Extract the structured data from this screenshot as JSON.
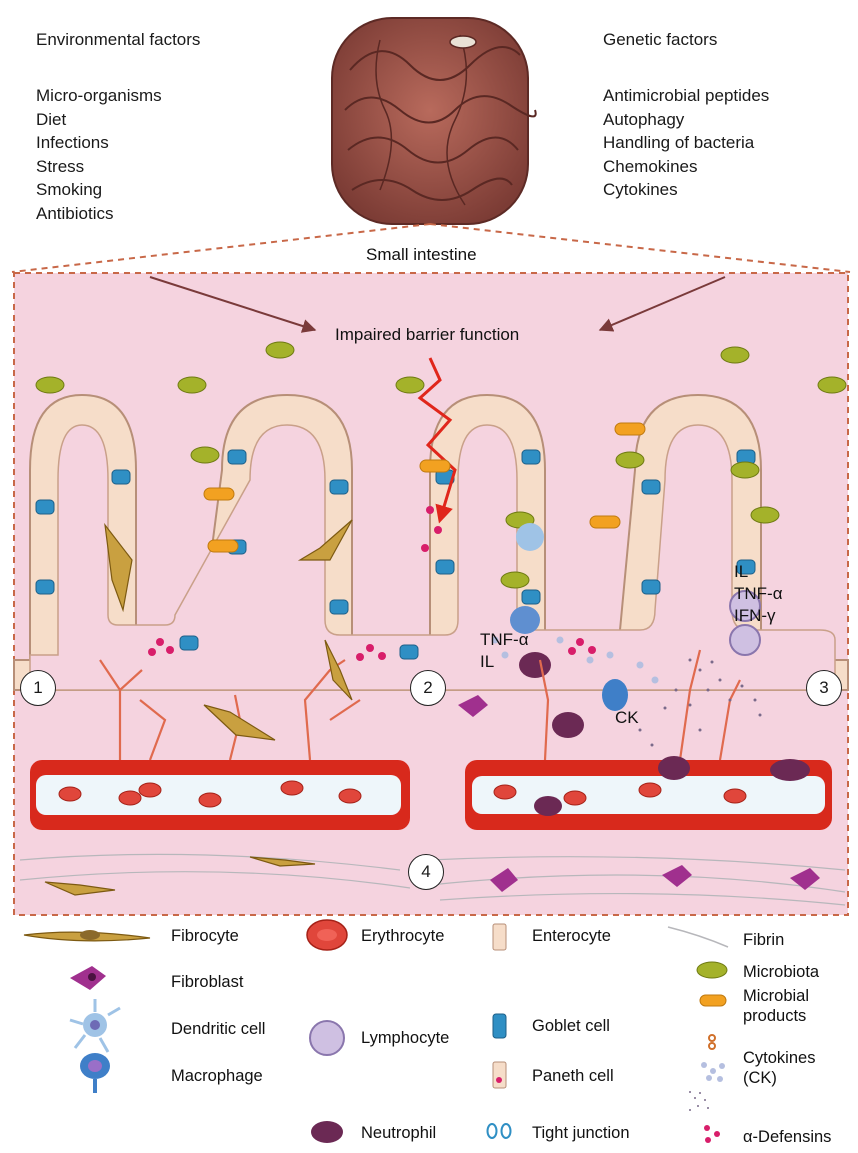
{
  "header": {
    "environmental": {
      "title": "Environmental factors",
      "items": [
        "Micro-organisms",
        "Diet",
        "Infections",
        "Stress",
        "Smoking",
        "Antibiotics"
      ]
    },
    "genetic": {
      "title": "Genetic factors",
      "items": [
        "Antimicrobial peptides",
        "Autophagy",
        "Handling of bacteria",
        "Chemokines",
        "Cytokines"
      ]
    }
  },
  "diagram": {
    "small_intestine_label": "Small intestine",
    "barrier_label": "Impaired barrier function",
    "cytokines_right": [
      "IL",
      "TNF-α",
      "IFN-γ"
    ],
    "cytokines_left": [
      "TNF-α",
      "IL"
    ],
    "ck_label": "CK",
    "stage_numbers": [
      "1",
      "2",
      "3",
      "4"
    ],
    "colors": {
      "background_tissue": "#f5d3df",
      "enterocyte": "#f6ddc9",
      "goblet": "#2f8fc4",
      "vessel_wall": "#d8291c",
      "arrow_red": "#e0261b",
      "dashed_border": "#c86848"
    }
  },
  "legend": [
    {
      "icon": "fibrocyte-icon",
      "label": "Fibrocyte"
    },
    {
      "icon": "fibroblast-icon",
      "label": "Fibroblast"
    },
    {
      "icon": "dendritic-cell-icon",
      "label": "Dendritic cell"
    },
    {
      "icon": "macrophage-icon",
      "label": "Macrophage"
    },
    {
      "icon": "erythrocyte-icon",
      "label": "Erythrocyte"
    },
    {
      "icon": "lymphocyte-icon",
      "label": "Lymphocyte"
    },
    {
      "icon": "neutrophil-icon",
      "label": "Neutrophil"
    },
    {
      "icon": "enterocyte-icon",
      "label": "Enterocyte"
    },
    {
      "icon": "goblet-cell-icon",
      "label": "Goblet cell"
    },
    {
      "icon": "paneth-cell-icon",
      "label": "Paneth cell"
    },
    {
      "icon": "tight-junction-icon",
      "label": "Tight junction"
    },
    {
      "icon": "fibrin-icon",
      "label": "Fibrin"
    },
    {
      "icon": "microbiota-icon",
      "label": "Microbiota"
    },
    {
      "icon": "microbial-products-icon",
      "label": "Microbial products"
    },
    {
      "icon": "cytokines-icon",
      "label": "Cytokines (CK)"
    },
    {
      "icon": "defensins-icon",
      "label": "α-Defensins"
    }
  ]
}
